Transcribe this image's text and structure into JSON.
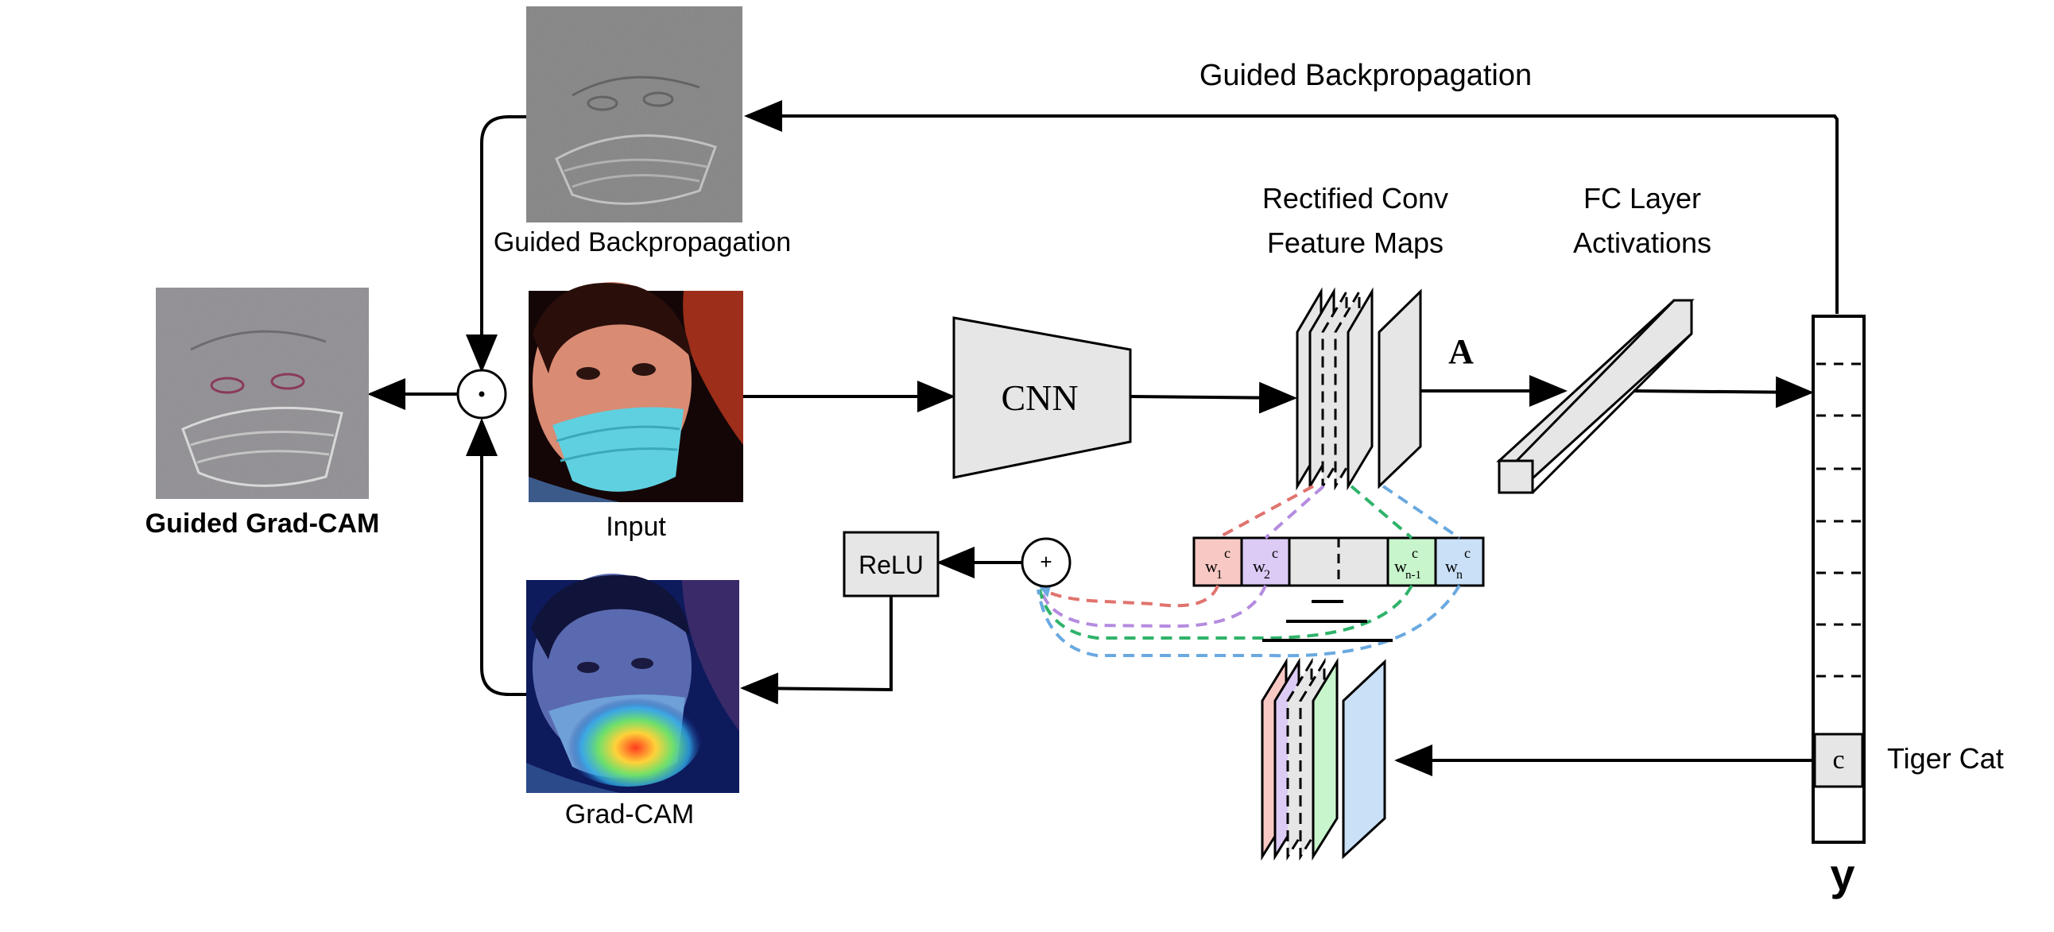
{
  "labels": {
    "top_arrow": "Guided Backpropagation",
    "guided_bp_image": "Guided Backpropagation",
    "guided_gradcam": "Guided Grad-CAM",
    "input": "Input",
    "gradcam": "Grad-CAM",
    "cnn": "CNN",
    "rectified_line1": "Rectified Conv",
    "rectified_line2": "Feature Maps",
    "fc_line1": "FC Layer",
    "fc_line2": "Activations",
    "a_symbol": "A",
    "relu": "ReLU",
    "sum_symbol": "+",
    "product_symbol": "⊙",
    "class_cell": "c",
    "tiger_cat": "Tiger Cat",
    "y_label": "y"
  },
  "weights": [
    {
      "base": "w",
      "sub": "1",
      "sup": "c"
    },
    {
      "base": "w",
      "sub": "2",
      "sup": "c"
    },
    {
      "base": "w",
      "sub": "n-1",
      "sup": "c"
    },
    {
      "base": "w",
      "sub": "n",
      "sup": "c"
    }
  ],
  "colors": {
    "w1": "#f8c9c4",
    "w2": "#dccbf5",
    "wn1": "#c8f5cc",
    "wn": "#c9e0f7",
    "red_dash": "#e0736e",
    "purple_dash": "#b58be0",
    "green_dash": "#2fb36a",
    "blue_dash": "#6aa9e0",
    "box_fill": "#e6e6e6"
  }
}
